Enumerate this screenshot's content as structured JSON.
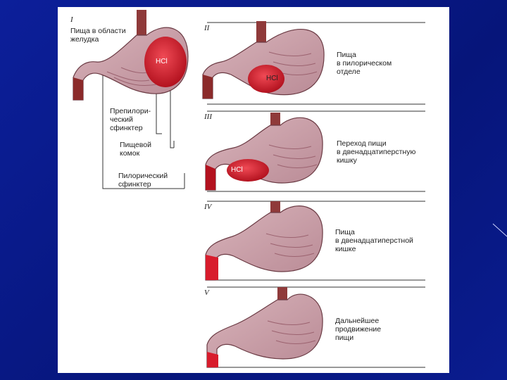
{
  "panels": [
    {
      "numeral": "I",
      "label": "Пища в области\nжелудка",
      "hcl": "HCl"
    },
    {
      "numeral": "II",
      "label": "Пища\nв пилорическом\nотделе",
      "hcl": "HCl"
    },
    {
      "numeral": "III",
      "label": "Переход пищи\nв двенадцатиперстную\nкишку",
      "hcl": "HCl"
    },
    {
      "numeral": "IV",
      "label": "Пища\nв двенадцатиперстной\nкишке"
    },
    {
      "numeral": "V",
      "label": "Дальнейшее\nпродвижение\nпищи"
    }
  ],
  "callouts": {
    "prepyloric": "Препилори-\nческий\nсфинктер",
    "bolus": "Пищевой\nкомок",
    "pyloric": "Пилорический\nсфинктер"
  },
  "colors": {
    "stomach_wall": "#c9a0a8",
    "stomach_fold": "#b77e8c",
    "food": "#d81c2c",
    "duodenum": "#8b2a2a",
    "background": "#0a1a8c"
  }
}
